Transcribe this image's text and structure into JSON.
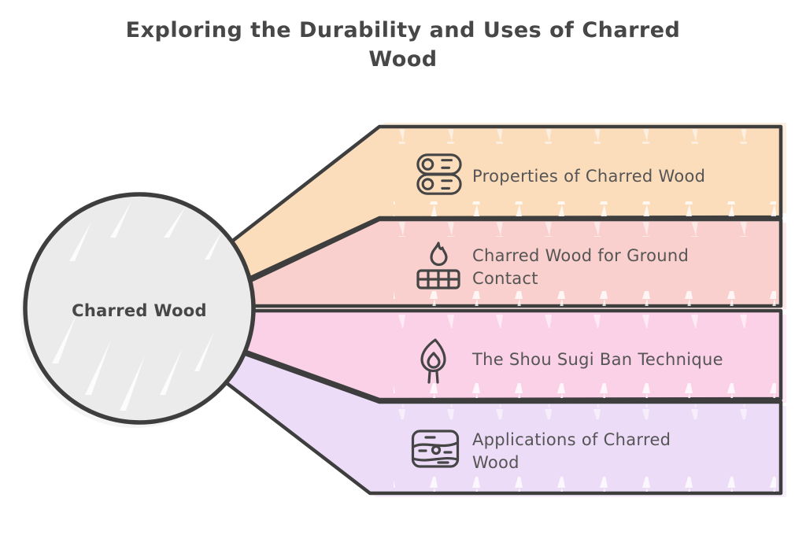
{
  "title": "Exploring the Durability and Uses of Charred Wood",
  "center_node": {
    "label": "Charred Wood",
    "fill": "#ebebeb"
  },
  "branches": [
    {
      "label": "Properties of Charred Wood",
      "icon": "logs-icon",
      "color": "#fbdcbb"
    },
    {
      "label": "Charred Wood for Ground Contact",
      "icon": "fire-over-bricks-icon",
      "color": "#f9d0cd"
    },
    {
      "label": "The Shou Sugi Ban Technique",
      "icon": "flaming-torch-icon",
      "color": "#fbd1e8"
    },
    {
      "label": "Applications of Charred Wood",
      "icon": "wood-plank-icon",
      "color": "#ecdcf7"
    }
  ],
  "style": {
    "outline_color": "#3e3e3e",
    "title_color": "#474747",
    "label_color": "#555555"
  }
}
